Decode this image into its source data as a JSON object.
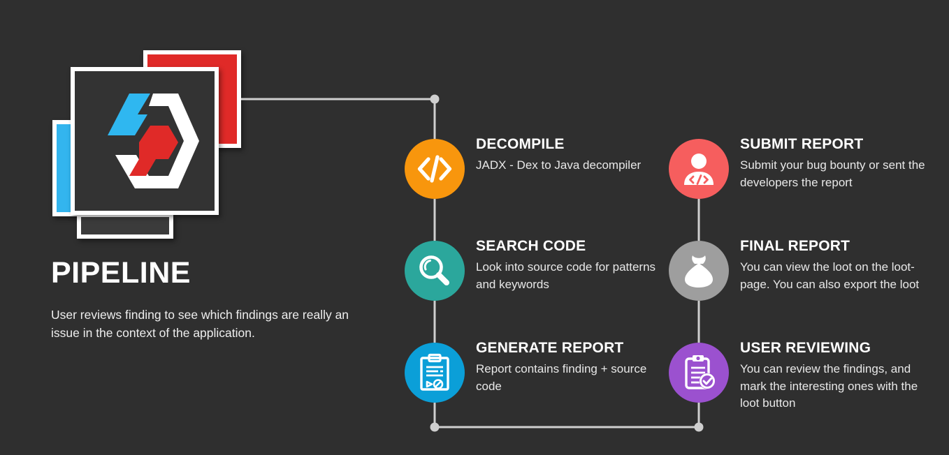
{
  "theme": {
    "background": "#2f2f2f",
    "text_primary": "#ffffff",
    "text_secondary": "#e8e8e8",
    "connector": "#cfcfcf"
  },
  "brand": {
    "title": "PIPELINE",
    "description": "User reviews finding to see which findings are really an issue in the context of the application.",
    "logo_name": "hexagon-code-logo",
    "cards": [
      {
        "name": "card-red",
        "color": "#e02a28"
      },
      {
        "name": "card-blue",
        "color": "#33b5ee"
      },
      {
        "name": "card-gray",
        "color": "#3b3b3b"
      },
      {
        "name": "card-main",
        "color": "#333333"
      }
    ]
  },
  "steps": {
    "left_column": [
      {
        "id": "decompile",
        "title": "DECOMPILE",
        "description": "JADX - Dex to Java decompiler",
        "color": "#f8960d",
        "icon": "code-brackets-icon"
      },
      {
        "id": "search-code",
        "title": "SEARCH CODE",
        "description": "Look into source code for patterns and keywords",
        "color": "#2ba79c",
        "icon": "magnifier-icon"
      },
      {
        "id": "generate-report",
        "title": "GENERATE REPORT",
        "description": "Report contains finding + source code",
        "color": "#0b9fd8",
        "icon": "clipboard-report-icon"
      }
    ],
    "right_column": [
      {
        "id": "submit-report",
        "title": "SUBMIT REPORT",
        "description": "Submit your bug bounty or sent the developers the report",
        "color": "#f65e5e",
        "icon": "user-code-icon"
      },
      {
        "id": "final-report",
        "title": "FINAL REPORT",
        "description": "You can view the loot on the loot-page. You can also export the loot",
        "color": "#9e9e9e",
        "icon": "money-bag-icon"
      },
      {
        "id": "user-reviewing",
        "title": "USER REVIEWING",
        "description": "You can review the findings, and mark the interesting ones with the loot button",
        "color": "#9b51cf",
        "icon": "clipboard-check-icon"
      }
    ]
  }
}
